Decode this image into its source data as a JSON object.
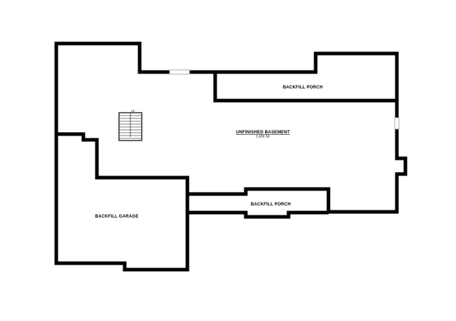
{
  "rooms": {
    "unfinished_basement": {
      "label": "UNFINISHED BASEMENT",
      "area": "2,406 SF"
    },
    "backfill_porch_top": {
      "label": "BACKFILL PORCH"
    },
    "backfill_porch_bottom": {
      "label": "BACKFILL PORCH"
    },
    "backfill_garage": {
      "label": "BACKFILL GARAGE"
    }
  },
  "stairs": {
    "label": "UP"
  },
  "colors": {
    "wall": "#000000",
    "background": "#ffffff"
  }
}
